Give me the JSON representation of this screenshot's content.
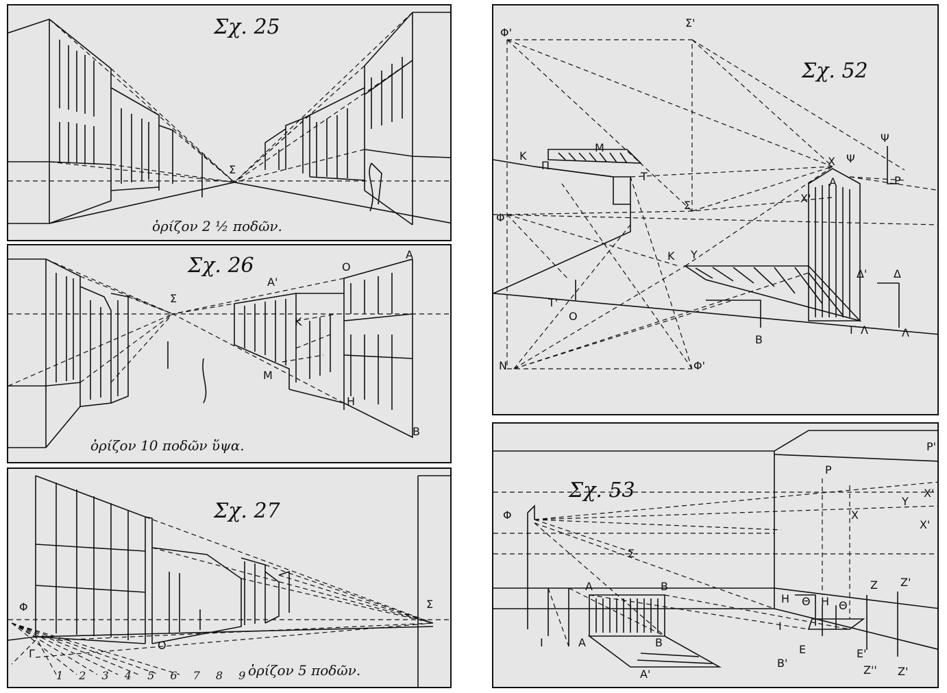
{
  "figures": [
    {
      "title": "Σχ. 25",
      "caption": "ὁρίζον 2 ½ ποδῶν.",
      "labels": [
        "Σ"
      ]
    },
    {
      "title": "Σχ. 26",
      "caption": "ὁρίζον 10 ποδῶν ὕψα.",
      "labels": [
        "Σ",
        "Α'",
        "Ο",
        "Α",
        "Κ",
        "Μ",
        "Η",
        "Β"
      ]
    },
    {
      "title": "Σχ. 27",
      "caption": "ὁρίζον 5 ποδῶν.",
      "labels": [
        "Φ",
        "Σ",
        "Γ",
        "Ο"
      ],
      "ticks": "1 2 3 4 5 6 7 8 9"
    },
    {
      "title": "Σχ. 52",
      "labels": [
        "Φ'",
        "Σ'",
        "Κ",
        "Μ",
        "Π",
        "Τ",
        "Σ",
        "Χ",
        "Ψ",
        "Ψ",
        "Ρ",
        "Φ",
        "Α",
        "Χ'",
        "Κ",
        "Υ",
        "Ο",
        "Τ'",
        "Β",
        "Δ'",
        "Δ",
        "Γ",
        "Λ",
        "Λ",
        "Ν",
        "Φ'"
      ]
    },
    {
      "title": "Σχ. 53",
      "labels": [
        "Φ",
        "Ρ",
        "Ρ'",
        "Χ'",
        "Υ",
        "Χ",
        "Χ'",
        "Σ",
        "Α",
        "Β",
        "Η",
        "Θ",
        "Η",
        "Θ",
        "Ζ",
        "Ζ'",
        "Ι",
        "Α",
        "Β",
        "Ι",
        "Ε",
        "Ε'",
        "Ζ''",
        "Ζ'",
        "Α'",
        "Β'"
      ]
    }
  ],
  "colors": {
    "paper": "#e6e6e6",
    "ink": "#111111",
    "frame": "#111111"
  }
}
